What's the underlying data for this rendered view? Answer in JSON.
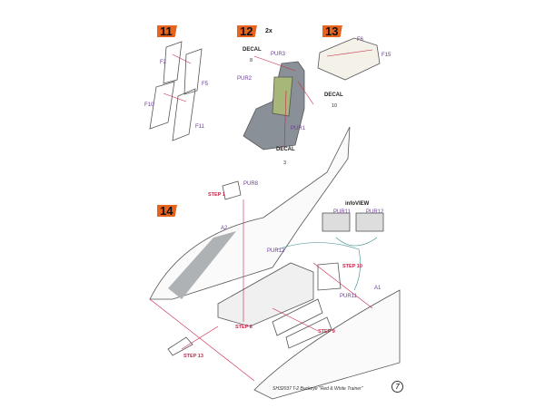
{
  "steps": {
    "s11": "11",
    "s12": "12",
    "s12_qty": "2x",
    "s13": "13",
    "s14": "14"
  },
  "parts": {
    "f2": "F2",
    "f5": "F5",
    "f10": "F10",
    "f11": "F11",
    "f6": "F6",
    "f15": "F15",
    "a1": "A1",
    "a2": "A2"
  },
  "resin": {
    "pur1": "PUR1",
    "pur2": "PUR2",
    "pur3": "PUR3",
    "pur8": "PUR8",
    "pur11": "PUR11",
    "pur12": "PUR12"
  },
  "decals": [
    {
      "label": "DECAL",
      "number": "8"
    },
    {
      "label": "DECAL",
      "number": "10"
    },
    {
      "label": "DECAL",
      "number": "3"
    }
  ],
  "step_refs": {
    "step1": "STEP 1",
    "step8": "STEP 8",
    "step9": "STEP 9",
    "step10": "STEP 10",
    "step13": "STEP 13"
  },
  "infoview": {
    "title": "infoVIEW",
    "left": "PUR11",
    "right": "PUR12"
  },
  "footer": {
    "code": "SH32037",
    "title": "T-2 Buckeye \"Red & White Trainer\"",
    "page": "7"
  },
  "colors": {
    "badge": "#e8641e",
    "resin_label": "#6a3d96",
    "step_label": "#c8284a",
    "leader": "#c8284a"
  }
}
